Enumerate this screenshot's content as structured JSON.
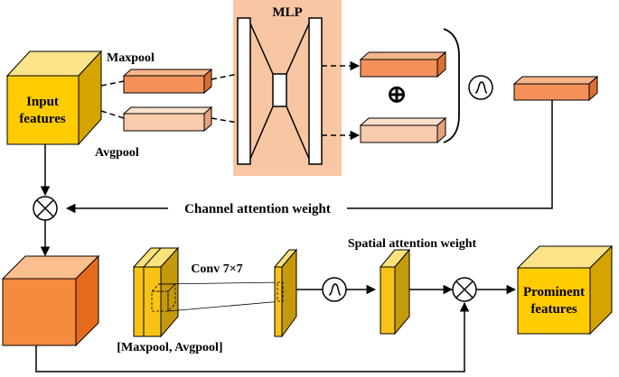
{
  "labels": {
    "mlp": "MLP",
    "maxpool": "Maxpool",
    "avgpool": "Avgpool",
    "input_line1": "Input",
    "input_line2": "features",
    "channel_weight": "Channel attention weight",
    "spatial_weight": "Spatial attention weight",
    "conv": "Conv 7×7",
    "concat": "[Maxpool, Avgpool]",
    "prominent_line1": "Prominent",
    "prominent_line2": "features",
    "plus_symbol": "⊕"
  },
  "colors": {
    "mlp_bg": "#f8c6a2",
    "dark_orange": "#f4915a",
    "light_orange": "#f9caab",
    "cube_yellow": "#ffcc00",
    "cube_yellow_side": "#d6a400",
    "conv_yellow": "#f7c316",
    "conv_dark": "#c49a0c",
    "feature_front": "#f78b3d",
    "feature_top": "#fbbf8e",
    "feature_side": "#e56a1e"
  }
}
